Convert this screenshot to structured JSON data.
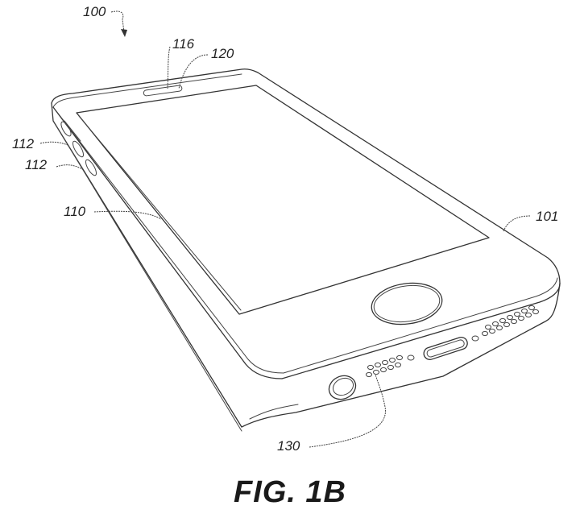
{
  "figure": {
    "caption": "FIG. 1B",
    "subject": "mobile phone perspective patent drawing",
    "line_color": "#333333",
    "background": "#ffffff"
  },
  "references": [
    {
      "id": "ref-100",
      "label": "100",
      "target": "device"
    },
    {
      "id": "ref-116",
      "label": "116",
      "target": "speaker-slot"
    },
    {
      "id": "ref-120",
      "label": "120",
      "target": "speaker-slot-opening"
    },
    {
      "id": "ref-112a",
      "label": "112",
      "target": "side-button-upper"
    },
    {
      "id": "ref-112b",
      "label": "112",
      "target": "side-button-lower"
    },
    {
      "id": "ref-110",
      "label": "110",
      "target": "display"
    },
    {
      "id": "ref-101",
      "label": "101",
      "target": "housing"
    },
    {
      "id": "ref-130",
      "label": "130",
      "target": "speaker-grille"
    }
  ]
}
